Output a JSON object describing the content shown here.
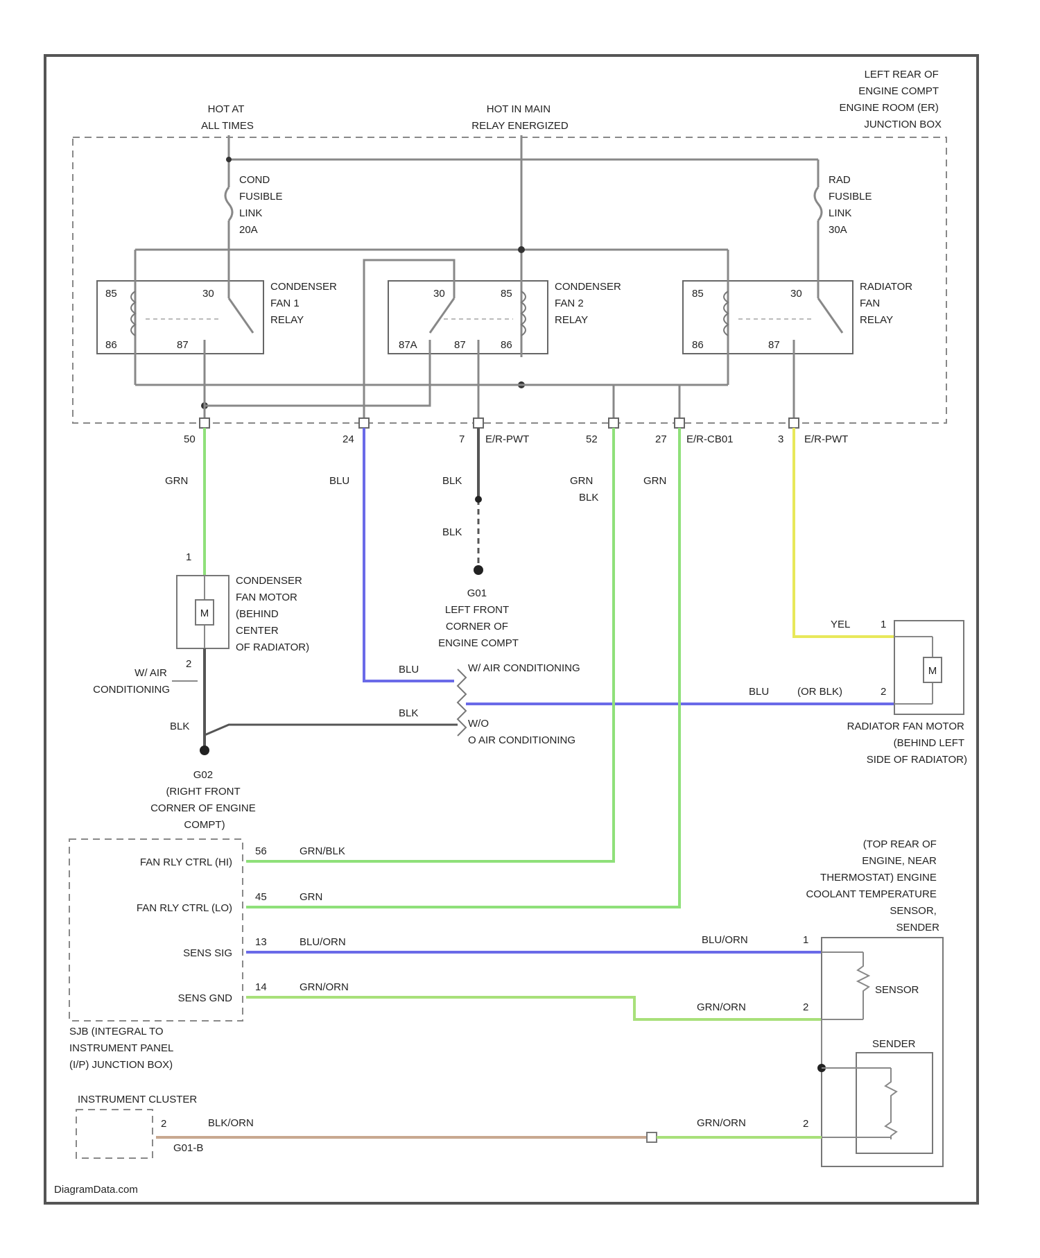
{
  "source": "DiagramData.com",
  "colors": {
    "frame": "#555555",
    "wire_default": "#888888",
    "wire_green": "#8fe07a",
    "wire_blue": "#6a6ae8",
    "wire_yellow": "#e8e85a",
    "wire_brown": "#c8a890",
    "wire_dark": "#555555"
  },
  "power": {
    "hot_always": [
      "HOT AT",
      "ALL TIMES"
    ],
    "hot_relay": [
      "HOT IN MAIN",
      "RELAY ENERGIZED"
    ]
  },
  "junction_box": [
    "LEFT REAR OF",
    "ENGINE COMPT",
    "ENGINE ROOM (ER)",
    "JUNCTION BOX"
  ],
  "fuses": {
    "cond": [
      "COND",
      "FUSIBLE",
      "LINK",
      "20A"
    ],
    "rad": [
      "RAD",
      "FUSIBLE",
      "LINK",
      "30A"
    ]
  },
  "relays": {
    "cond1": {
      "label": [
        "CONDENSER",
        "FAN 1",
        "RELAY"
      ],
      "pins": [
        "85",
        "30",
        "86",
        "87"
      ]
    },
    "cond2": {
      "label": [
        "CONDENSER",
        "FAN 2",
        "RELAY"
      ],
      "pins": [
        "30",
        "85",
        "87A",
        "87",
        "86"
      ]
    },
    "rad": {
      "label": [
        "RADIATOR",
        "FAN",
        "RELAY"
      ],
      "pins": [
        "85",
        "30",
        "86",
        "87"
      ]
    }
  },
  "connectors": [
    {
      "pin": "50",
      "tag": ""
    },
    {
      "pin": "24",
      "tag": ""
    },
    {
      "pin": "7",
      "tag": "E/R-PWT"
    },
    {
      "pin": "52",
      "tag": ""
    },
    {
      "pin": "27",
      "tag": "E/R-CB01"
    },
    {
      "pin": "3",
      "tag": "E/R-PWT"
    }
  ],
  "wire_labels": {
    "grn": "GRN",
    "blu": "BLU",
    "blk": "BLK",
    "blk2": "BLK",
    "grn_blk": [
      "GRN",
      "BLK"
    ],
    "grn2": "GRN",
    "yel": "YEL",
    "blu_rad": "BLU",
    "blu_rad_alt": "(OR BLK)",
    "blu_switch": "BLU",
    "blk_switch": "BLK",
    "blk_left": "BLK"
  },
  "ground_g01": [
    "G01",
    "LEFT FRONT",
    "CORNER OF",
    "ENGINE COMPT"
  ],
  "ground_g02": [
    "G02",
    "(RIGHT FRONT",
    "CORNER OF ENGINE",
    "COMPT)"
  ],
  "cond_motor": {
    "pins": [
      "1",
      "2"
    ],
    "label": [
      "CONDENSER",
      "FAN MOTOR",
      "(BEHIND",
      "CENTER",
      "OF RADIATOR)"
    ]
  },
  "rad_motor": {
    "pins": [
      "1",
      "2"
    ],
    "label": [
      "RADIATOR FAN MOTOR",
      "(BEHIND LEFT",
      "SIDE OF RADIATOR)"
    ]
  },
  "ac_switch": {
    "side_label": [
      "W/ AIR",
      "CONDITIONING"
    ],
    "with": "W/ AIR CONDITIONING",
    "without": "W/O",
    "without2": "O AIR CONDITIONING"
  },
  "sjb": {
    "label": [
      "SJB (INTEGRAL TO",
      "INSTRUMENT PANEL",
      "(I/P) JUNCTION BOX)"
    ],
    "rows": [
      {
        "name": "FAN RLY CTRL (HI)",
        "pin": "56",
        "wire": "GRN/BLK",
        "wire2": ""
      },
      {
        "name": "FAN RLY CTRL (LO)",
        "pin": "45",
        "wire": "GRN",
        "wire2": ""
      },
      {
        "name": "SENS SIG",
        "pin": "13",
        "wire": "BLU/ORN",
        "wire2": "BLU/ORN"
      },
      {
        "name": "SENS GND",
        "pin": "14",
        "wire": "GRN/ORN",
        "wire2": "GRN/ORN"
      }
    ]
  },
  "sensor_block": {
    "location": [
      "(TOP REAR OF",
      "ENGINE, NEAR",
      "THERMOSTAT) ENGINE",
      "COOLANT TEMPERATURE",
      "SENSOR,",
      "SENDER"
    ],
    "sensor": "SENSOR",
    "sender": "SENDER",
    "pins": [
      "1",
      "2",
      "2"
    ]
  },
  "cluster": {
    "label": "INSTRUMENT CLUSTER",
    "pin": "2",
    "wire": "BLK/ORN",
    "conn": "G01-B",
    "wire2": "GRN/ORN"
  }
}
